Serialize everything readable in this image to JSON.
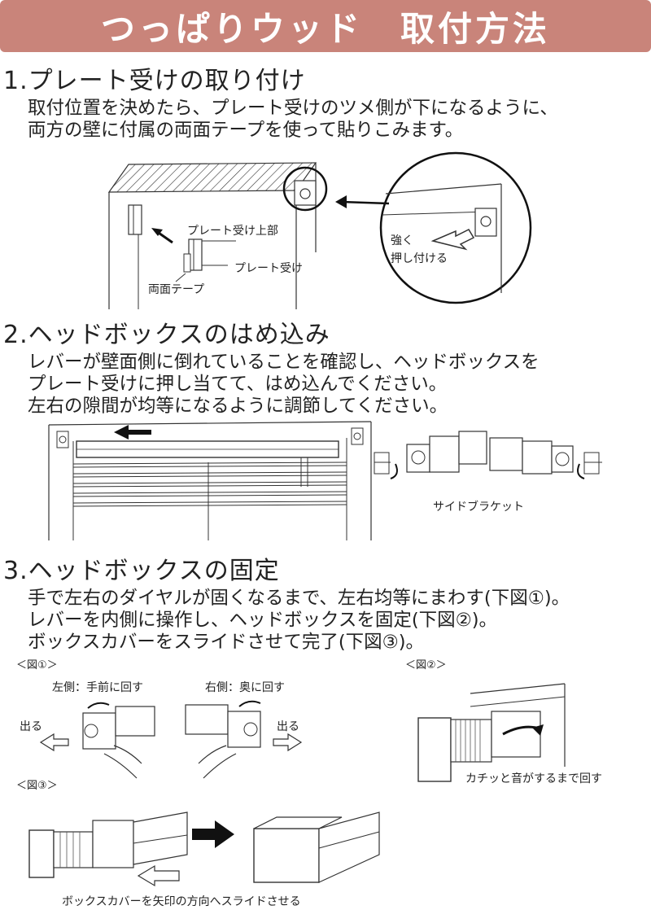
{
  "header": {
    "title": "つっぱりウッド　取付方法"
  },
  "sections": [
    {
      "title": "1.プレート受けの取り付け",
      "lines": [
        "取付位置を決めたら、プレート受けのツメ側が下になるように、",
        "両方の壁に付属の両面テープを使って貼りこみます。"
      ],
      "figure": {
        "labels": {
          "plate_top": "プレート受け上部",
          "plate": "プレート受け",
          "tape": "両面テープ",
          "press_1": "強く",
          "press_2": "押し付ける"
        }
      }
    },
    {
      "title": "2.ヘッドボックスのはめ込み",
      "lines": [
        "レバーが壁面側に倒れていることを確認し、ヘッドボックスを",
        "プレート受けに押し当てて、はめ込んでください。",
        "左右の隙間が均等になるように調節してください。"
      ],
      "figure": {
        "labels": {
          "side_bracket": "サイドブラケット"
        }
      }
    },
    {
      "title": "3.ヘッドボックスの固定",
      "lines": [
        "手で左右のダイヤルが固くなるまで、左右均等にまわす(下図①)。",
        "レバーを内側に操作し、ヘッドボックスを固定(下図②)。",
        "ボックスカバーをスライドさせて完了(下図③)。"
      ],
      "figures": {
        "fig1": {
          "tag": "＜図①＞",
          "left_caption": "左側：手前に回す",
          "right_caption": "右側：奥に回す",
          "out_left": "出る",
          "out_right": "出る"
        },
        "fig2": {
          "tag": "＜図②＞",
          "caption": "カチッと音がするまで回す"
        },
        "fig3": {
          "tag": "＜図③＞",
          "caption": "ボックスカバーを矢印の方向へスライドさせる"
        }
      }
    }
  ]
}
